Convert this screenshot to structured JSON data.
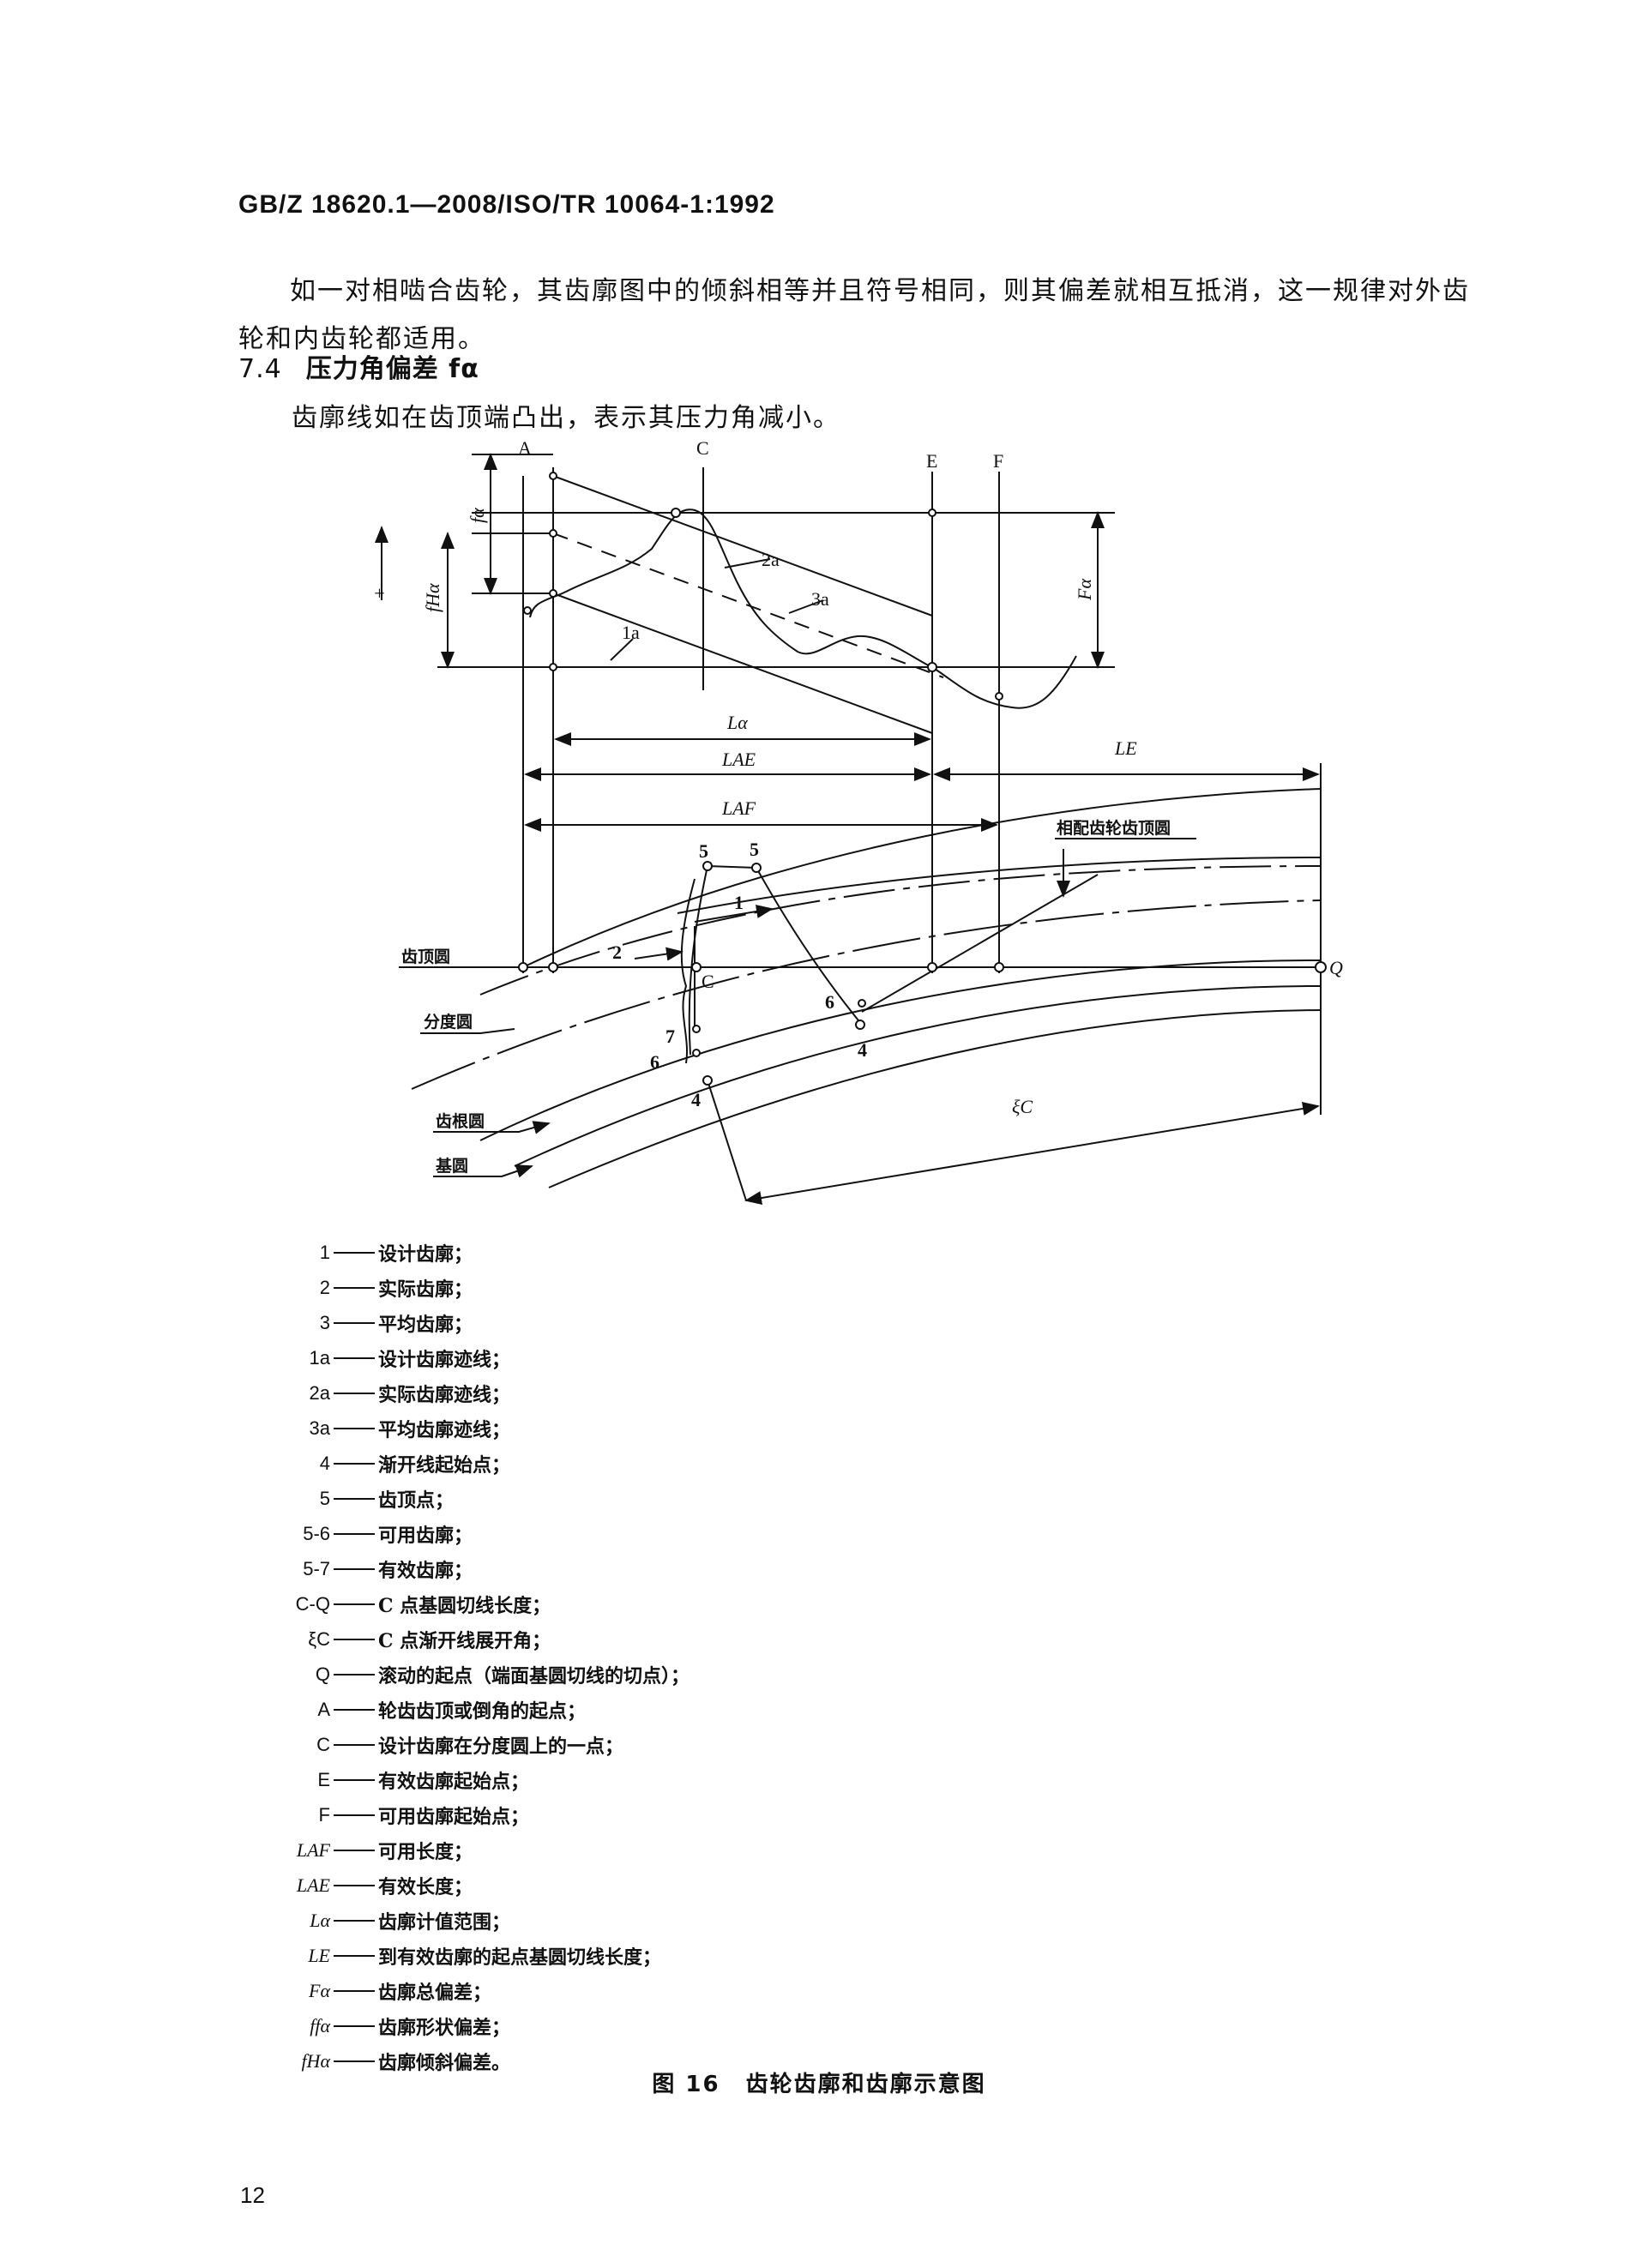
{
  "header": {
    "standard": "GB/Z 18620.1—2008/ISO/TR 10064-1:1992"
  },
  "paragraph1": "如一对相啮合齿轮，其齿廓图中的倾斜相等并且符号相同，则其偏差就相互抵消，这一规律对外齿轮和内齿轮都适用。",
  "section": {
    "number": "7.4",
    "title": "压力角偏差 fα",
    "text": "齿廓线如在齿顶端凸出，表示其压力角减小。"
  },
  "diagram": {
    "labels": {
      "A": "A",
      "C": "C",
      "E": "E",
      "F": "F",
      "C2": "C",
      "Q": "Q",
      "f_alpha": "fα",
      "f_Halpha": "fHα",
      "F_alpha": "Fα",
      "plus": "+",
      "L_alpha": "Lα",
      "L_AE": "LAE",
      "L_E": "LE",
      "L_AF": "LAF",
      "xi_C": "ξC",
      "c2a": "2a",
      "c3a": "3a",
      "c1a": "1a",
      "p5a": "5",
      "p5b": "5",
      "p1": "1",
      "p2": "2",
      "p6a": "6",
      "p4a": "4",
      "p7": "7",
      "p6b": "6",
      "p4b": "4"
    },
    "circles": {
      "tip": "齿顶圆",
      "reference": "分度圆",
      "root": "齿根圆",
      "base": "基圆",
      "mating_tip": "相配齿轮齿顶圆"
    }
  },
  "legend": [
    {
      "symbol": "1",
      "text": "设计齿廓；"
    },
    {
      "symbol": "2",
      "text": "实际齿廓；"
    },
    {
      "symbol": "3",
      "text": "平均齿廓；"
    },
    {
      "symbol": "1a",
      "text": "设计齿廓迹线；"
    },
    {
      "symbol": "2a",
      "text": "实际齿廓迹线；"
    },
    {
      "symbol": "3a",
      "text": "平均齿廓迹线；"
    },
    {
      "symbol": "4",
      "text": "渐开线起始点；"
    },
    {
      "symbol": "5",
      "text": "齿顶点；"
    },
    {
      "symbol": "5-6",
      "text": "可用齿廓；"
    },
    {
      "symbol": "5-7",
      "text": "有效齿廓；"
    },
    {
      "symbol": "C-Q",
      "text": "C 点基圆切线长度；"
    },
    {
      "symbol": "ξC",
      "text": "C 点渐开线展开角；"
    },
    {
      "symbol": "Q",
      "text": "滚动的起点（端面基圆切线的切点）；"
    },
    {
      "symbol": "A",
      "text": "轮齿齿顶或倒角的起点；"
    },
    {
      "symbol": "C",
      "text": "设计齿廓在分度圆上的一点；"
    },
    {
      "symbol": "E",
      "text": "有效齿廓起始点；"
    },
    {
      "symbol": "F",
      "text": "可用齿廓起始点；"
    },
    {
      "symbol": "LAF",
      "text": "可用长度；"
    },
    {
      "symbol": "LAE",
      "text": "有效长度；"
    },
    {
      "symbol": "Lα",
      "text": "齿廓计值范围；"
    },
    {
      "symbol": "LE",
      "text": "到有效齿廓的起点基圆切线长度；"
    },
    {
      "symbol": "Fα",
      "text": "齿廓总偏差；"
    },
    {
      "symbol": "ffα",
      "text": "齿廓形状偏差；"
    },
    {
      "symbol": "fHα",
      "text": "齿廓倾斜偏差。"
    }
  ],
  "caption": {
    "figure": "图 16",
    "title": "齿轮齿廓和齿廓示意图"
  },
  "page_number": "12"
}
